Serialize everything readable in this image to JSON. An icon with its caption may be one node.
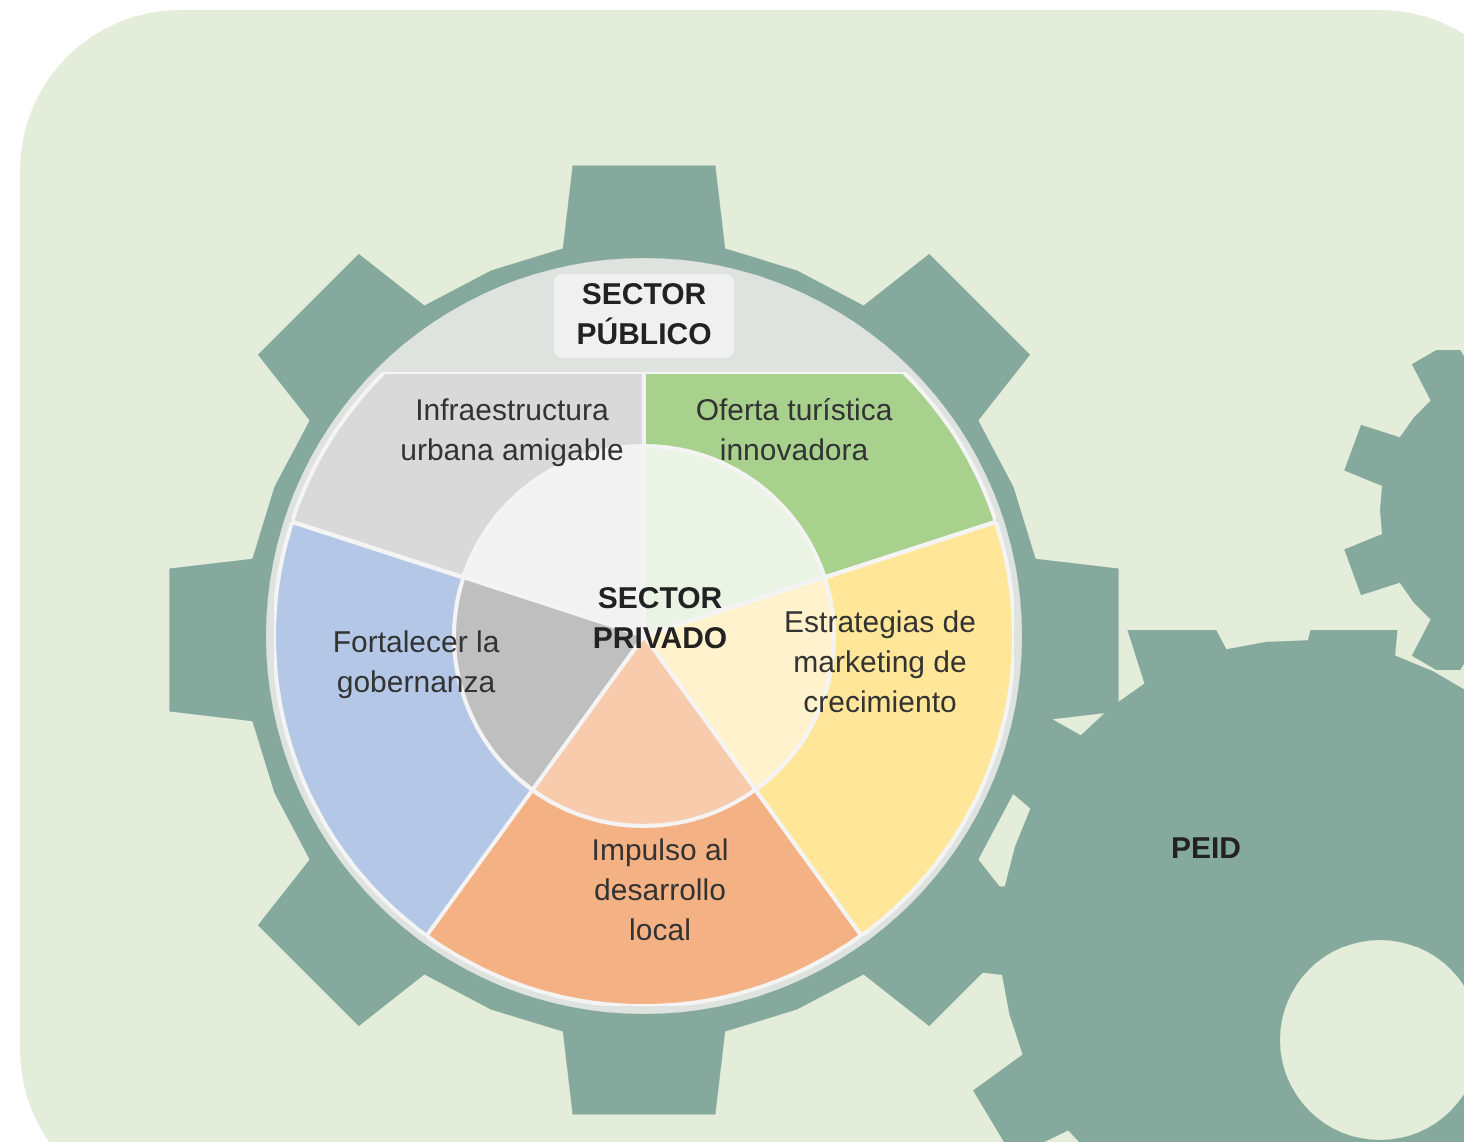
{
  "diagram": {
    "nodes": [
      {
        "text": [
          "SECTOR PÚBLICO"
        ]
      },
      {
        "text": [
          "Infraestructura urbana amigable"
        ],
        "in": 0
      },
      {
        "text": [
          "Oferta turística innovadora"
        ],
        "in": 0
      },
      {
        "text": [
          "Estrategias de marketing de crecimiento"
        ],
        "in": 0
      },
      {
        "text": [
          "Impulso al desarrollo local"
        ],
        "in": 0
      },
      {
        "text": [
          "Fortalecer la gobernanza"
        ],
        "in": 0
      },
      {
        "text": [
          "SECTOR PRIVADO"
        ],
        "in": 0
      },
      {
        "text": [],
        "shape": "gear"
      },
      {
        "text": [
          "PEID"
        ]
      }
    ]
  }
}
